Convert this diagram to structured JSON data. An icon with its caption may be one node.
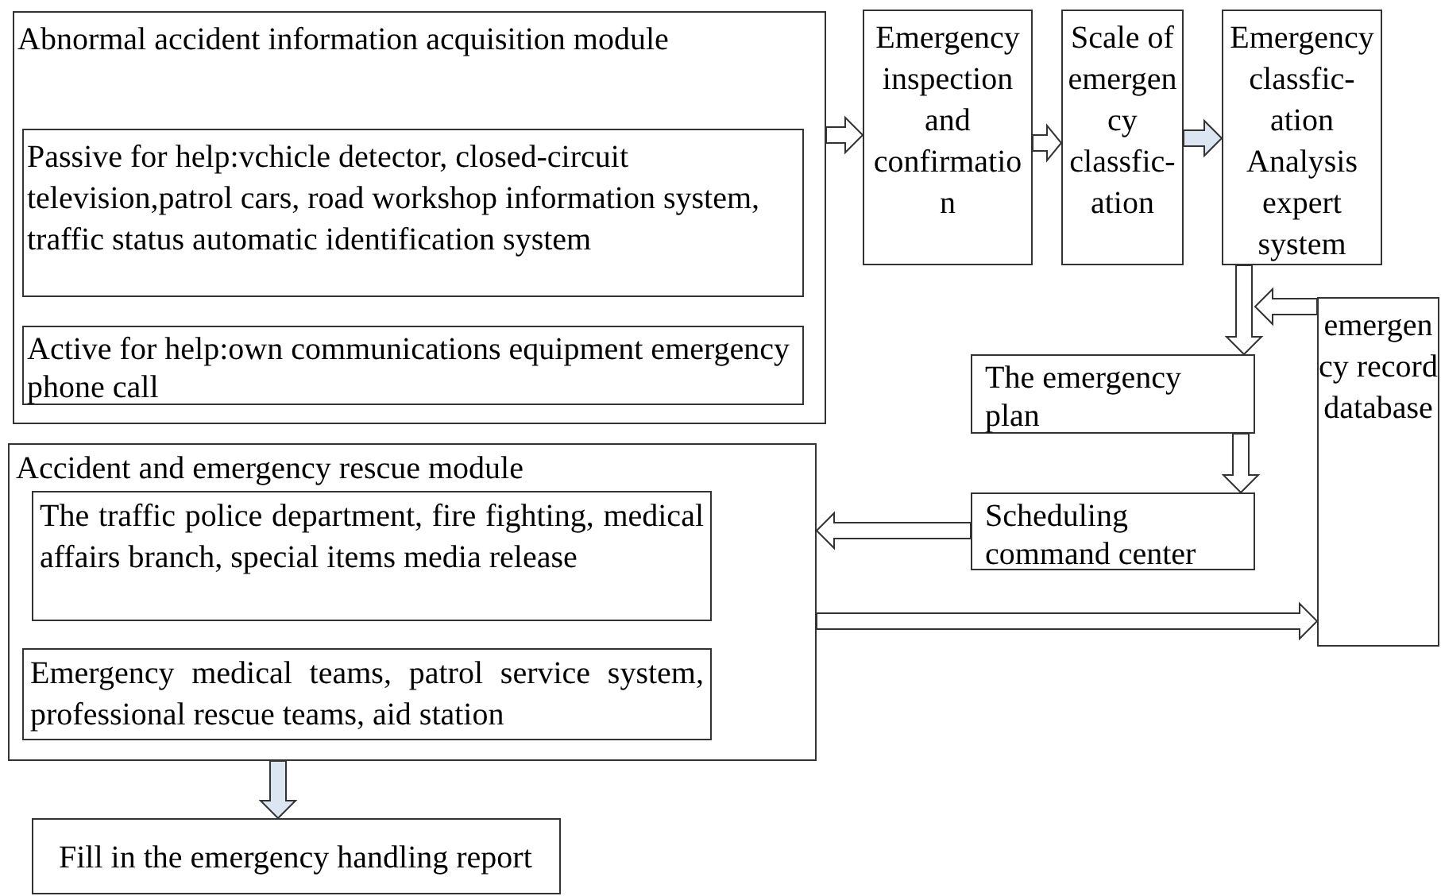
{
  "diagram": {
    "nodes": [
      {
        "text": [
          "Abnormal accident information acquisition module"
        ]
      },
      {
        "text": [
          "Passive for help:vchicle detector, closed-circuit television,patrol cars, road workshop information system, traffic status automatic identification system"
        ],
        "in": 0
      },
      {
        "text": [
          "Active for help:own communications equipment emergency phone call"
        ],
        "in": 0
      },
      {
        "text": [
          "Emergency inspection and confirmatio n"
        ]
      },
      {
        "text": [
          "Scale of emergen cy classfic- ation"
        ]
      },
      {
        "text": [
          "Emergency classfic- ation Analysis expert system"
        ]
      },
      {
        "text": [
          "emergen cy record database"
        ]
      },
      {
        "text": [
          "The emergency plan"
        ]
      },
      {
        "text": [
          "Scheduling command center"
        ]
      },
      {
        "text": [
          "Accident and emergency rescue module"
        ]
      },
      {
        "text": [
          "The traffic police department, fire fighting, medical affairs branch, special items media release"
        ],
        "in": 9
      },
      {
        "text": [
          "Emergency medical teams, patrol service system, professional rescue teams, aid station"
        ],
        "in": 9
      },
      {
        "text": [
          "Fill in the emergency handling report"
        ]
      }
    ],
    "edges": [
      {
        "from": 0,
        "to": 3,
        "arrow": "to"
      },
      {
        "from": 3,
        "to": 4,
        "arrow": "to"
      },
      {
        "from": 4,
        "to": 5,
        "arrow": "to",
        "color": "#dce6f2"
      },
      {
        "from": 5,
        "to": 7,
        "arrow": "to"
      },
      {
        "from": 6,
        "to": 7,
        "arrow": "to"
      },
      {
        "from": 7,
        "to": 8,
        "arrow": "to"
      },
      {
        "from": 8,
        "to": 9,
        "arrow": "to"
      },
      {
        "from": 9,
        "to": 6,
        "arrow": "to"
      },
      {
        "from": 9,
        "to": 12,
        "arrow": "to",
        "color": "#dce6f2"
      }
    ]
  }
}
